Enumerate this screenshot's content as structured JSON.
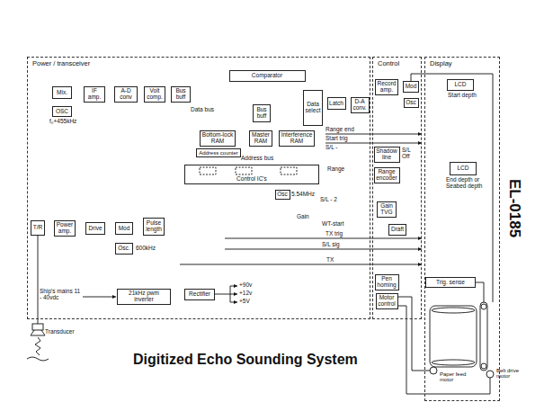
{
  "diagram": {
    "title": "Digitized Echo Sounding System",
    "nodes": [
      {
        "text": [
          "Power / transceiver"
        ]
      },
      {
        "text": [
          "Control"
        ]
      },
      {
        "text": [
          "Display"
        ]
      },
      {
        "text": [
          "Mix."
        ],
        "in": 0
      },
      {
        "text": [
          "OSC"
        ],
        "in": 0
      },
      {
        "text": [
          "IF amp."
        ],
        "in": 0
      },
      {
        "text": [
          "A-D conv"
        ],
        "in": 0
      },
      {
        "text": [
          "Volt comp."
        ],
        "in": 0
      },
      {
        "text": [
          "Bus buff"
        ],
        "in": 0
      },
      {
        "text": [
          "Comparator"
        ],
        "in": 0
      },
      {
        "text": [
          "Bus buff"
        ],
        "in": 0
      },
      {
        "text": [
          "Bottom-lock RAM"
        ],
        "in": 0
      },
      {
        "text": [
          "Address counter"
        ],
        "in": 0
      },
      {
        "text": [
          "Master RAM"
        ],
        "in": 0
      },
      {
        "text": [
          "Interference RAM"
        ],
        "in": 0
      },
      {
        "text": [
          "Data select"
        ],
        "in": 0
      },
      {
        "text": [
          "Latch"
        ],
        "in": 0
      },
      {
        "text": [
          "D-A conv."
        ],
        "in": 0
      },
      {
        "text": [
          "Control IC's"
        ],
        "in": 0
      },
      {
        "text": [
          "Osc"
        ],
        "in": 0
      },
      {
        "text": [
          "T/R"
        ],
        "in": 0
      },
      {
        "text": [
          "Power amp."
        ],
        "in": 0
      },
      {
        "text": [
          "Drive"
        ],
        "in": 0
      },
      {
        "text": [
          "Mod"
        ],
        "in": 0
      },
      {
        "text": [
          "Pulse length"
        ],
        "in": 0
      },
      {
        "text": [
          "Osc."
        ],
        "in": 0
      },
      {
        "text": [
          "21kHz pwm inverter"
        ],
        "in": 0
      },
      {
        "text": [
          "Rectifier"
        ],
        "in": 0
      },
      {
        "text": [
          "Record amp."
        ],
        "in": 1
      },
      {
        "text": [
          "Mod"
        ],
        "in": 1
      },
      {
        "text": [
          "Osc"
        ],
        "in": 1
      },
      {
        "text": [
          "Shadow line"
        ],
        "in": 1
      },
      {
        "text": [
          "Range encoder"
        ],
        "in": 1
      },
      {
        "text": [
          "Gain TVG"
        ],
        "in": 1
      },
      {
        "text": [
          "Draft"
        ],
        "in": 1
      },
      {
        "text": [
          "Pen homing"
        ],
        "in": 1
      },
      {
        "text": [
          "Motor control"
        ],
        "in": 1
      },
      {
        "text": [
          "LCD"
        ],
        "in": 2
      },
      {
        "text": [
          "LCD"
        ],
        "in": 2
      },
      {
        "text": [
          "Trig. sense"
        ],
        "in": 2
      }
    ],
    "edges": [
      {
        "from": 4,
        "to": 3,
        "arrow": "to"
      },
      {
        "from": 3,
        "to": 5,
        "arrow": "to"
      },
      {
        "from": 5,
        "to": 6,
        "arrow": "to"
      },
      {
        "from": 6,
        "to": 7,
        "arrow": "to"
      },
      {
        "from": 7,
        "to": 8,
        "arrow": "to"
      },
      {
        "from": 8,
        "to": 9,
        "arrow": "to"
      },
      {
        "from": 8,
        "to": 10,
        "arrow": "to"
      },
      {
        "from": 8,
        "to": 11,
        "arrow": "to"
      },
      {
        "from": 10,
        "to": 13,
        "arrow": "both"
      },
      {
        "from": 12,
        "to": 13,
        "arrow": "to"
      },
      {
        "from": 12,
        "to": 14,
        "arrow": "to"
      },
      {
        "from": 9,
        "to": 15,
        "arrow": "to"
      },
      {
        "from": 10,
        "to": 15,
        "arrow": "to"
      },
      {
        "from": 15,
        "to": 16,
        "arrow": "to"
      },
      {
        "from": 16,
        "to": 17,
        "arrow": "to"
      },
      {
        "from": 17,
        "to": 28,
        "arrow": "to"
      },
      {
        "from": 28,
        "to": 29,
        "arrow": "to"
      },
      {
        "from": 30,
        "to": 29,
        "arrow": "to"
      },
      {
        "from": 18,
        "to": 31,
        "arrow": "to"
      },
      {
        "from": 32,
        "to": 18,
        "arrow": "to"
      },
      {
        "from": 18,
        "to": 33,
        "arrow": "to"
      },
      {
        "from": 33,
        "to": 5,
        "arrow": "to"
      },
      {
        "from": 34,
        "to": 18,
        "arrow": "to"
      },
      {
        "from": 18,
        "to": 24,
        "arrow": "to"
      },
      {
        "from": 19,
        "to": 18,
        "arrow": "to"
      },
      {
        "from": 20,
        "to": 3,
        "arrow": "to"
      },
      {
        "from": 21,
        "to": 20,
        "arrow": "to"
      },
      {
        "from": 22,
        "to": 21,
        "arrow": "to"
      },
      {
        "from": 23,
        "to": 22,
        "arrow": "to"
      },
      {
        "from": 24,
        "to": 23,
        "arrow": "to"
      },
      {
        "from": 25,
        "to": 23,
        "arrow": "to"
      },
      {
        "from": 26,
        "to": 27,
        "arrow": "to"
      },
      {
        "from": 39,
        "to": 35,
        "arrow": "to"
      }
    ],
    "labels": [
      "f₀+455kHz",
      "Data bus",
      "Address bus",
      "5.54MHz",
      "600kHz",
      "Range end",
      "Start trig",
      "S/L -",
      "Range",
      "S/L - 2",
      "Gain",
      "WT-start",
      "TX trig",
      "S/L sig",
      "TX",
      "S/L",
      "Off",
      "Start depth",
      "End depth or Seabed depth",
      "Ship's mains 11 - 40vdc",
      "+90v",
      "+12v",
      "+5V",
      "Transducer",
      "Paper feed motor",
      "Belt drive motor",
      "EL-0185"
    ]
  }
}
